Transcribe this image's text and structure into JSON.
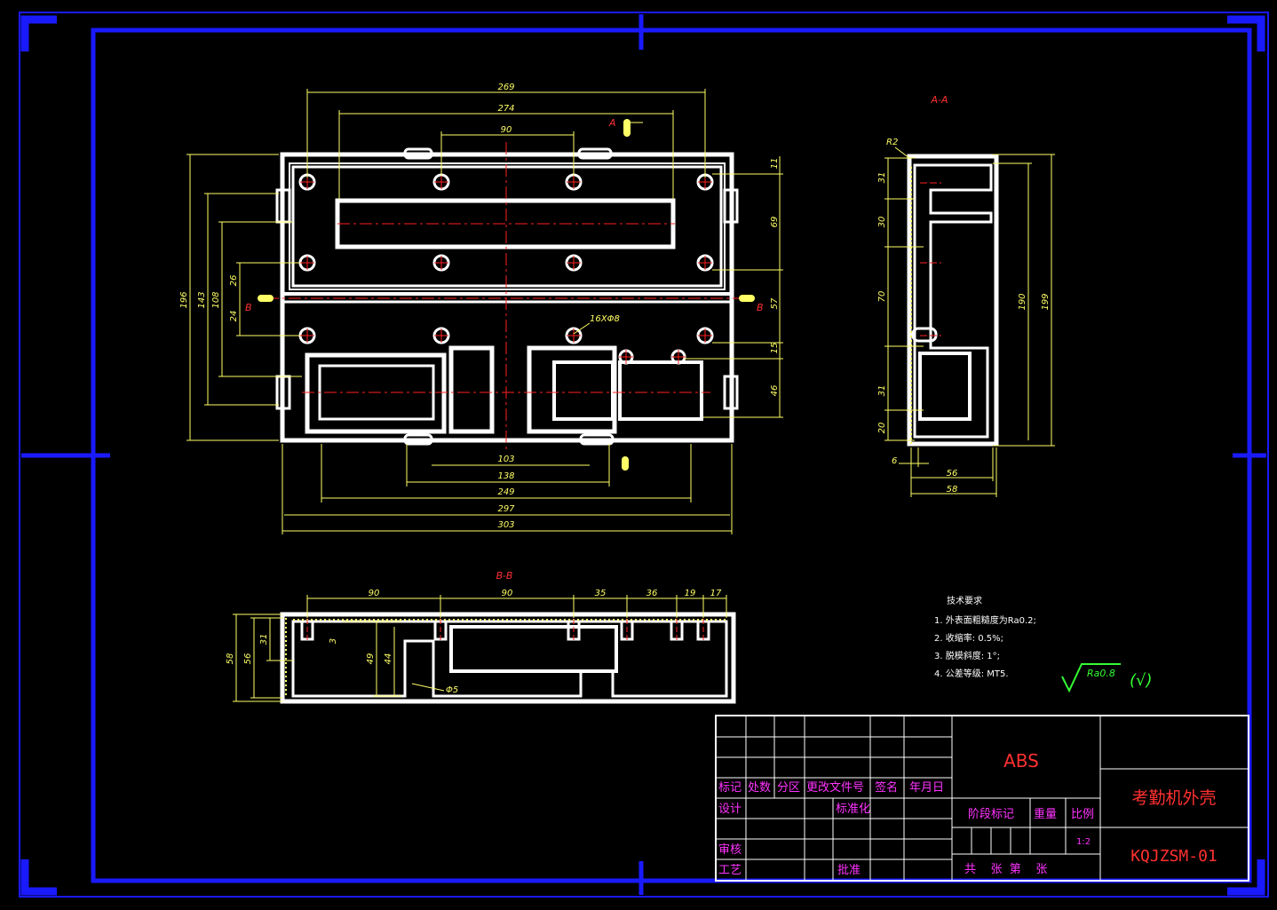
{
  "colors": {
    "frame": "#1a1aff",
    "outline": "#ffffff",
    "dimension": "#ffff66",
    "center_line": "#ff2020",
    "title_text": "#ff33ff",
    "title_value": "#ff3030",
    "roughness": "#33ff33"
  },
  "front_view": {
    "dims_top": [
      "269",
      "274",
      "90"
    ],
    "dims_bottom": [
      "103",
      "138",
      "249",
      "297",
      "303"
    ],
    "dims_left": [
      "196",
      "143",
      "108",
      "26",
      "24"
    ],
    "dims_right": [
      "11",
      "69",
      "57",
      "15",
      "46"
    ],
    "section_a": "A",
    "section_b": "B",
    "hole_callout": "16XΦ8"
  },
  "section_aa": {
    "title": "A-A",
    "radius": "R2",
    "dims_left": [
      "31",
      "30",
      "70",
      "31",
      "20"
    ],
    "dims_right": [
      "190",
      "199"
    ],
    "dims_bottom": [
      "6",
      "56",
      "58"
    ]
  },
  "section_bb": {
    "title": "B-B",
    "dims_top": [
      "90",
      "90",
      "35",
      "36",
      "19",
      "17"
    ],
    "dims_left": [
      "58",
      "56",
      "31",
      "3",
      "49",
      "44"
    ],
    "hole": "Φ5"
  },
  "tech_notes": {
    "title": "技术要求",
    "items": [
      "1. 外表面粗糙度为Ra0.2;",
      "2. 收缩率: 0.5%;",
      "3. 脱模斜度: 1°;",
      "4. 公差等级: MT5."
    ]
  },
  "roughness": {
    "value": "Ra0.8",
    "mark": "(√)"
  },
  "title_block": {
    "row_labels": [
      "标记",
      "处数",
      "分区",
      "更改文件号",
      "签名",
      "年月日"
    ],
    "design": "设计",
    "standard": "标准化",
    "review": "审核",
    "process": "工艺",
    "approve": "批准",
    "stage": "阶段标记",
    "weight": "重量",
    "scale": "比例",
    "scale_value": "1:2",
    "sheets": "共    张  第    张",
    "material": "ABS",
    "part_name": "考勤机外壳",
    "part_code": "KQJZSM-01"
  }
}
